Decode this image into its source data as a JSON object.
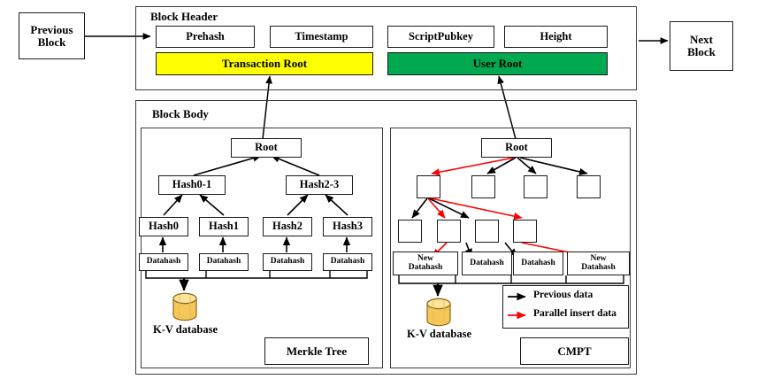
{
  "diagram": {
    "title": "Blockchain block structure with Merkle Tree and CMPT",
    "colors": {
      "yellow": "#ffff00",
      "green": "#00a94f",
      "previous_data_arrow": "#000000",
      "parallel_insert_arrow": "#ff0000",
      "database_body": "#f5c75a",
      "database_top": "#fbe49b"
    }
  },
  "previous_block": {
    "line1": "Previous",
    "line2": "Block"
  },
  "next_block": {
    "line1": "Next",
    "line2": "Block"
  },
  "block_header": {
    "label": "Block Header",
    "fields": [
      {
        "label": "Prehash"
      },
      {
        "label": "Timestamp"
      },
      {
        "label": "ScriptPubkey"
      },
      {
        "label": "Height"
      }
    ],
    "roots": [
      {
        "label": "Transaction Root",
        "color": "#ffff00"
      },
      {
        "label": "User Root",
        "color": "#00a94f"
      }
    ]
  },
  "block_body": {
    "label": "Block Body",
    "merkle": {
      "caption": "Merkle Tree",
      "root": "Root",
      "level1": [
        "Hash0-1",
        "Hash2-3"
      ],
      "level2": [
        "Hash0",
        "Hash1",
        "Hash2",
        "Hash3"
      ],
      "datahash": [
        "Datahash",
        "Datahash",
        "Datahash",
        "Datahash"
      ],
      "database_label": "K-V database"
    },
    "cmpt": {
      "caption": "CMPT",
      "root": "Root",
      "level1": [
        "",
        "",
        "",
        ""
      ],
      "level2": [
        "",
        "",
        "",
        ""
      ],
      "datahash": [
        {
          "line1": "New",
          "line2": "Datahash"
        },
        {
          "line1": "Datahash",
          "line2": ""
        },
        {
          "line1": "Datahash",
          "line2": ""
        },
        {
          "line1": "New",
          "line2": "Datahash"
        }
      ],
      "database_label": "K-V database",
      "legend": [
        {
          "label": "Previous data",
          "color": "#000000"
        },
        {
          "label": "Parallel insert data",
          "color": "#ff0000"
        }
      ]
    }
  }
}
